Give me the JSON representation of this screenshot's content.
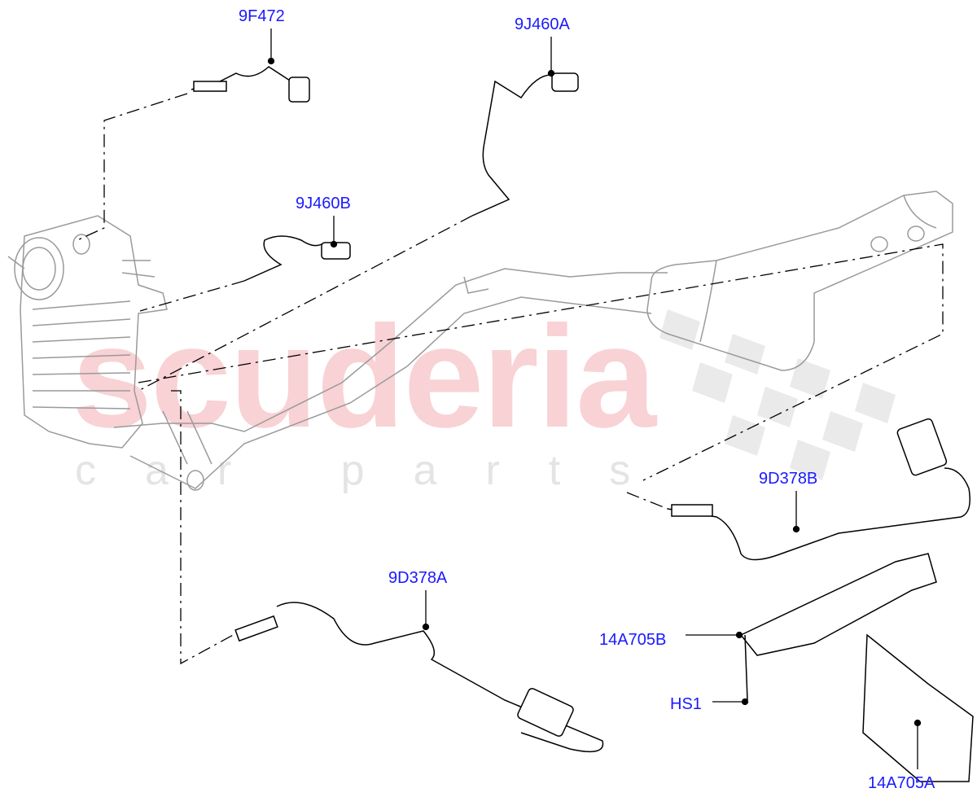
{
  "watermark": {
    "brand": "scuderia",
    "tagline": "car parts"
  },
  "colors": {
    "callout": "#1a1aff",
    "line": "#000000",
    "part_outline": "#9a9a9a",
    "watermark_red": "#f6c3c8",
    "watermark_gray": "#e4e4e4"
  },
  "callouts": [
    {
      "id": "9F472",
      "label": "9F472"
    },
    {
      "id": "9J460A",
      "label": "9J460A"
    },
    {
      "id": "9J460B",
      "label": "9J460B"
    },
    {
      "id": "9D378B",
      "label": "9D378B"
    },
    {
      "id": "9D378A",
      "label": "9D378A"
    },
    {
      "id": "14A705B",
      "label": "14A705B"
    },
    {
      "id": "HS1",
      "label": "HS1"
    },
    {
      "id": "14A705A",
      "label": "14A705A"
    }
  ]
}
